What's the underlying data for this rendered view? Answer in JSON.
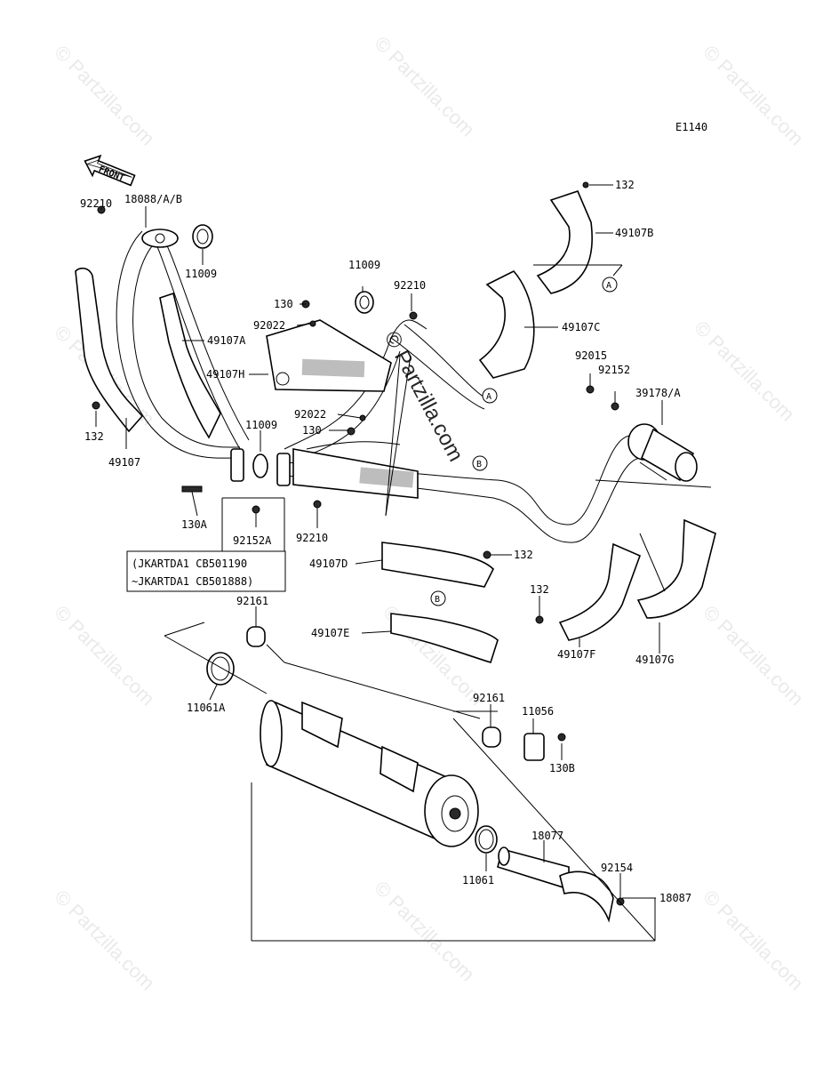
{
  "diagram": {
    "code": "E1140",
    "front_label": "FRONT",
    "serial_note": [
      "(JKARTDA1 CB501190",
      "~JKARTDA1 CB501888)"
    ],
    "labels": [
      {
        "id": "l-92210a",
        "text": "92210"
      },
      {
        "id": "l-18088",
        "text": "18088/A/B"
      },
      {
        "id": "l-11009a",
        "text": "11009"
      },
      {
        "id": "l-49107a",
        "text": "49107A"
      },
      {
        "id": "l-130a",
        "text": "130"
      },
      {
        "id": "l-92022a",
        "text": "92022"
      },
      {
        "id": "l-11009b",
        "text": "11009"
      },
      {
        "id": "l-92210b",
        "text": "92210"
      },
      {
        "id": "l-49107h",
        "text": "49107H"
      },
      {
        "id": "l-92022b",
        "text": "92022"
      },
      {
        "id": "l-130b",
        "text": "130"
      },
      {
        "id": "l-132a",
        "text": "132"
      },
      {
        "id": "l-49107",
        "text": "49107"
      },
      {
        "id": "l-11009c",
        "text": "11009"
      },
      {
        "id": "l-130A",
        "text": "130A"
      },
      {
        "id": "l-92152A",
        "text": "92152A"
      },
      {
        "id": "l-92210c",
        "text": "92210"
      },
      {
        "id": "l-132b",
        "text": "132"
      },
      {
        "id": "l-49107B",
        "text": "49107B"
      },
      {
        "id": "l-49107C",
        "text": "49107C"
      },
      {
        "id": "l-92015",
        "text": "92015"
      },
      {
        "id": "l-92152",
        "text": "92152"
      },
      {
        "id": "l-39178",
        "text": "39178/A"
      },
      {
        "id": "l-49107D",
        "text": "49107D"
      },
      {
        "id": "l-132c",
        "text": "132"
      },
      {
        "id": "l-132d",
        "text": "132"
      },
      {
        "id": "l-92161a",
        "text": "92161"
      },
      {
        "id": "l-49107E",
        "text": "49107E"
      },
      {
        "id": "l-49107F",
        "text": "49107F"
      },
      {
        "id": "l-49107G",
        "text": "49107G"
      },
      {
        "id": "l-11061A",
        "text": "11061A"
      },
      {
        "id": "l-92161b",
        "text": "92161"
      },
      {
        "id": "l-11056",
        "text": "11056"
      },
      {
        "id": "l-130B",
        "text": "130B"
      },
      {
        "id": "l-18077",
        "text": "18077"
      },
      {
        "id": "l-92154",
        "text": "92154"
      },
      {
        "id": "l-11061",
        "text": "11061"
      },
      {
        "id": "l-18087",
        "text": "18087"
      }
    ],
    "callouts": {
      "A": "A",
      "B": "B"
    },
    "watermark": "© Partzilla.com"
  }
}
